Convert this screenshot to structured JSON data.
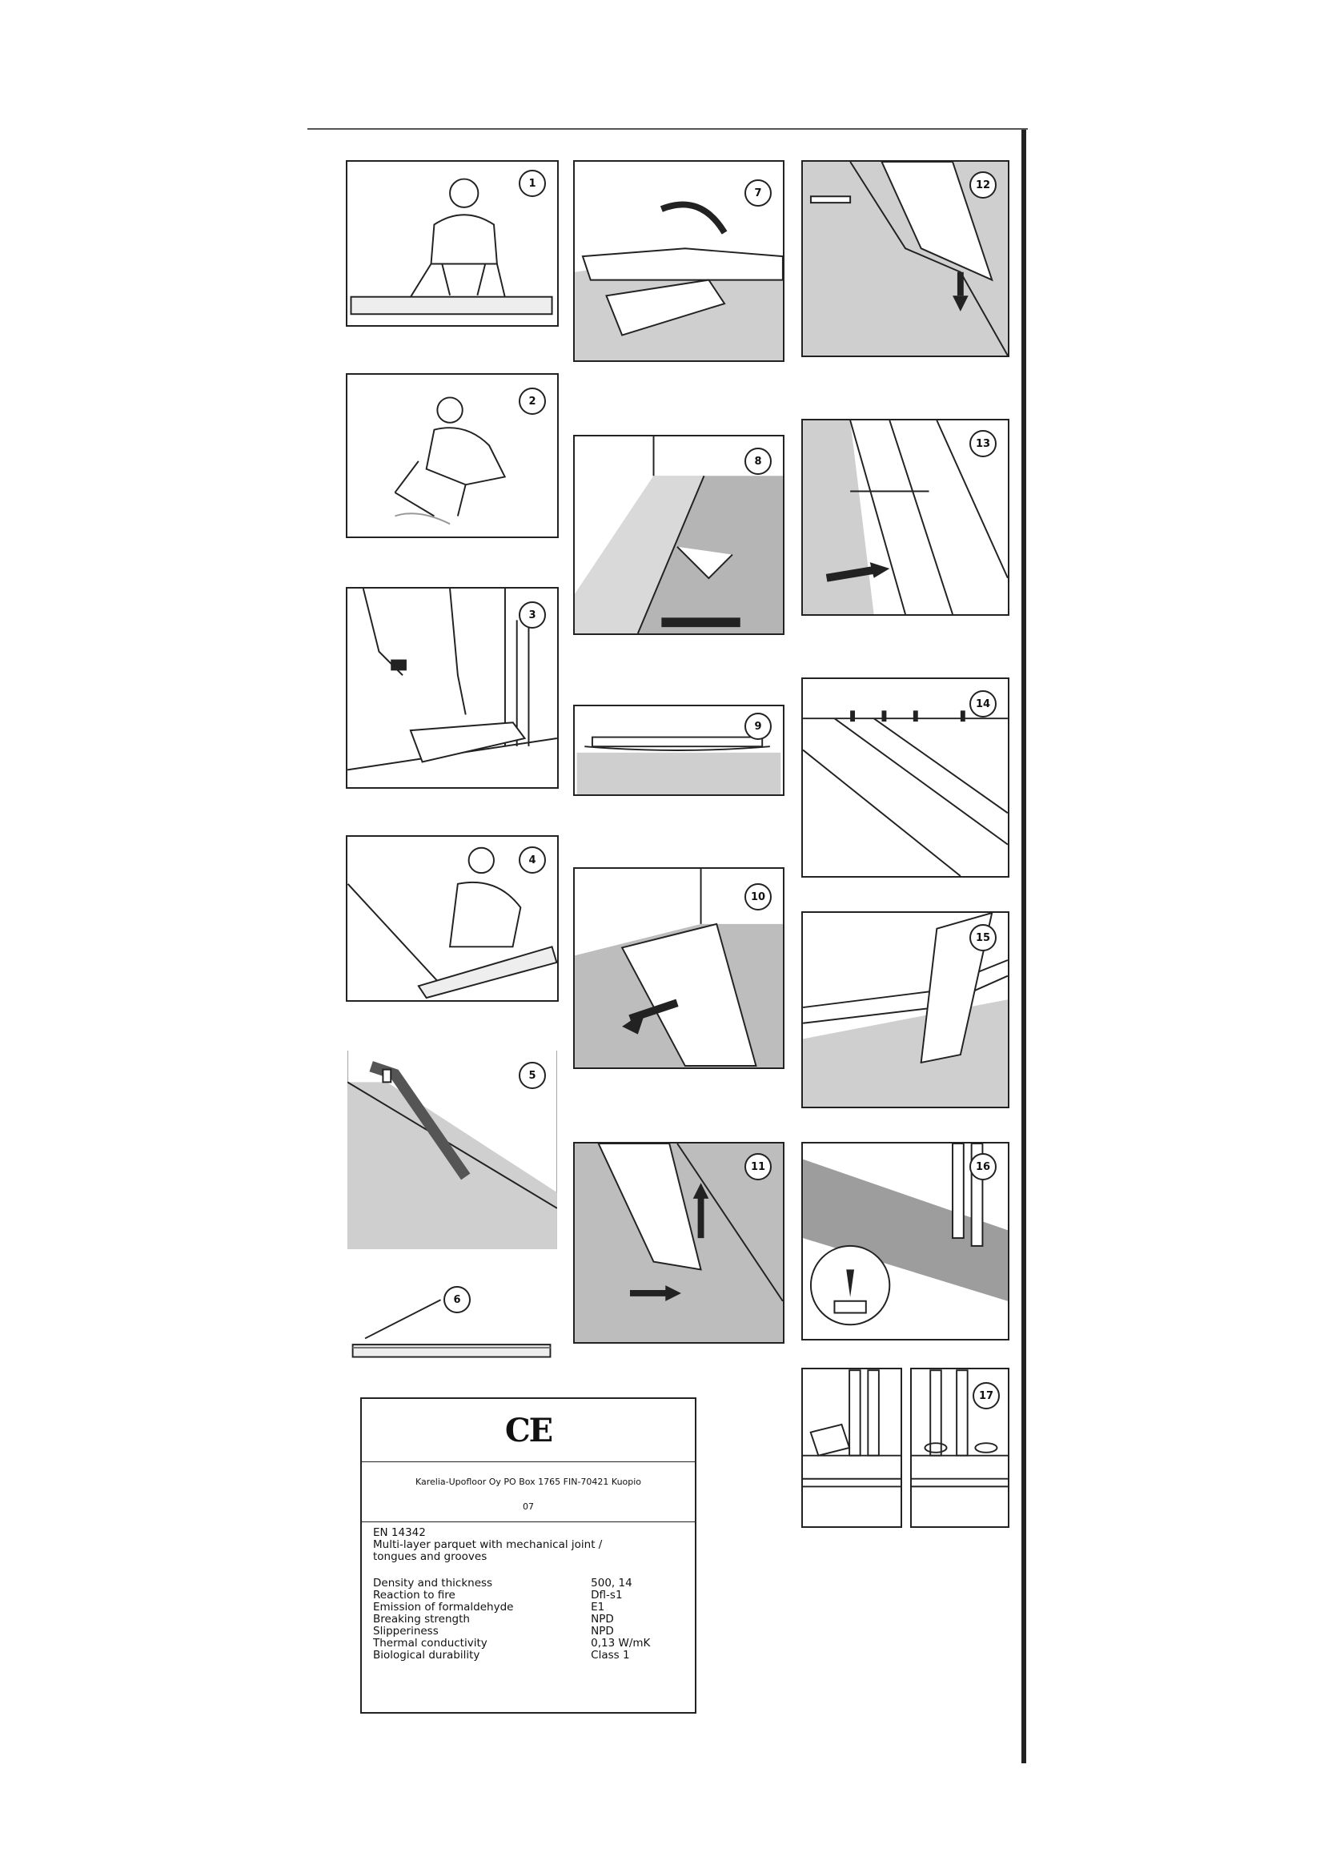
{
  "steps": [
    "1",
    "2",
    "3",
    "4",
    "5",
    "6",
    "7",
    "8",
    "9",
    "10",
    "11",
    "12",
    "13",
    "14",
    "15",
    "16",
    "17"
  ],
  "ce": {
    "mark": "CE",
    "company": "Karelia-Upofloor Oy PO Box 1765 FIN-70421 Kuopio",
    "year": "07",
    "standard": "EN 14342",
    "product_line1": "Multi-layer parquet with mechanical joint /",
    "product_line2": "tongues and grooves",
    "rows": [
      {
        "label": "Density and thickness",
        "value": "500, 14"
      },
      {
        "label": "Reaction to fire",
        "value": "Dfl-s1"
      },
      {
        "label": "Emission of formaldehyde",
        "value": "E1"
      },
      {
        "label": "Breaking strength",
        "value": "NPD"
      },
      {
        "label": "Slipperiness",
        "value": "NPD"
      },
      {
        "label": "Thermal conductivity",
        "value": "0,13 W/mK"
      },
      {
        "label": "Biological durability",
        "value": "Class 1"
      }
    ]
  }
}
